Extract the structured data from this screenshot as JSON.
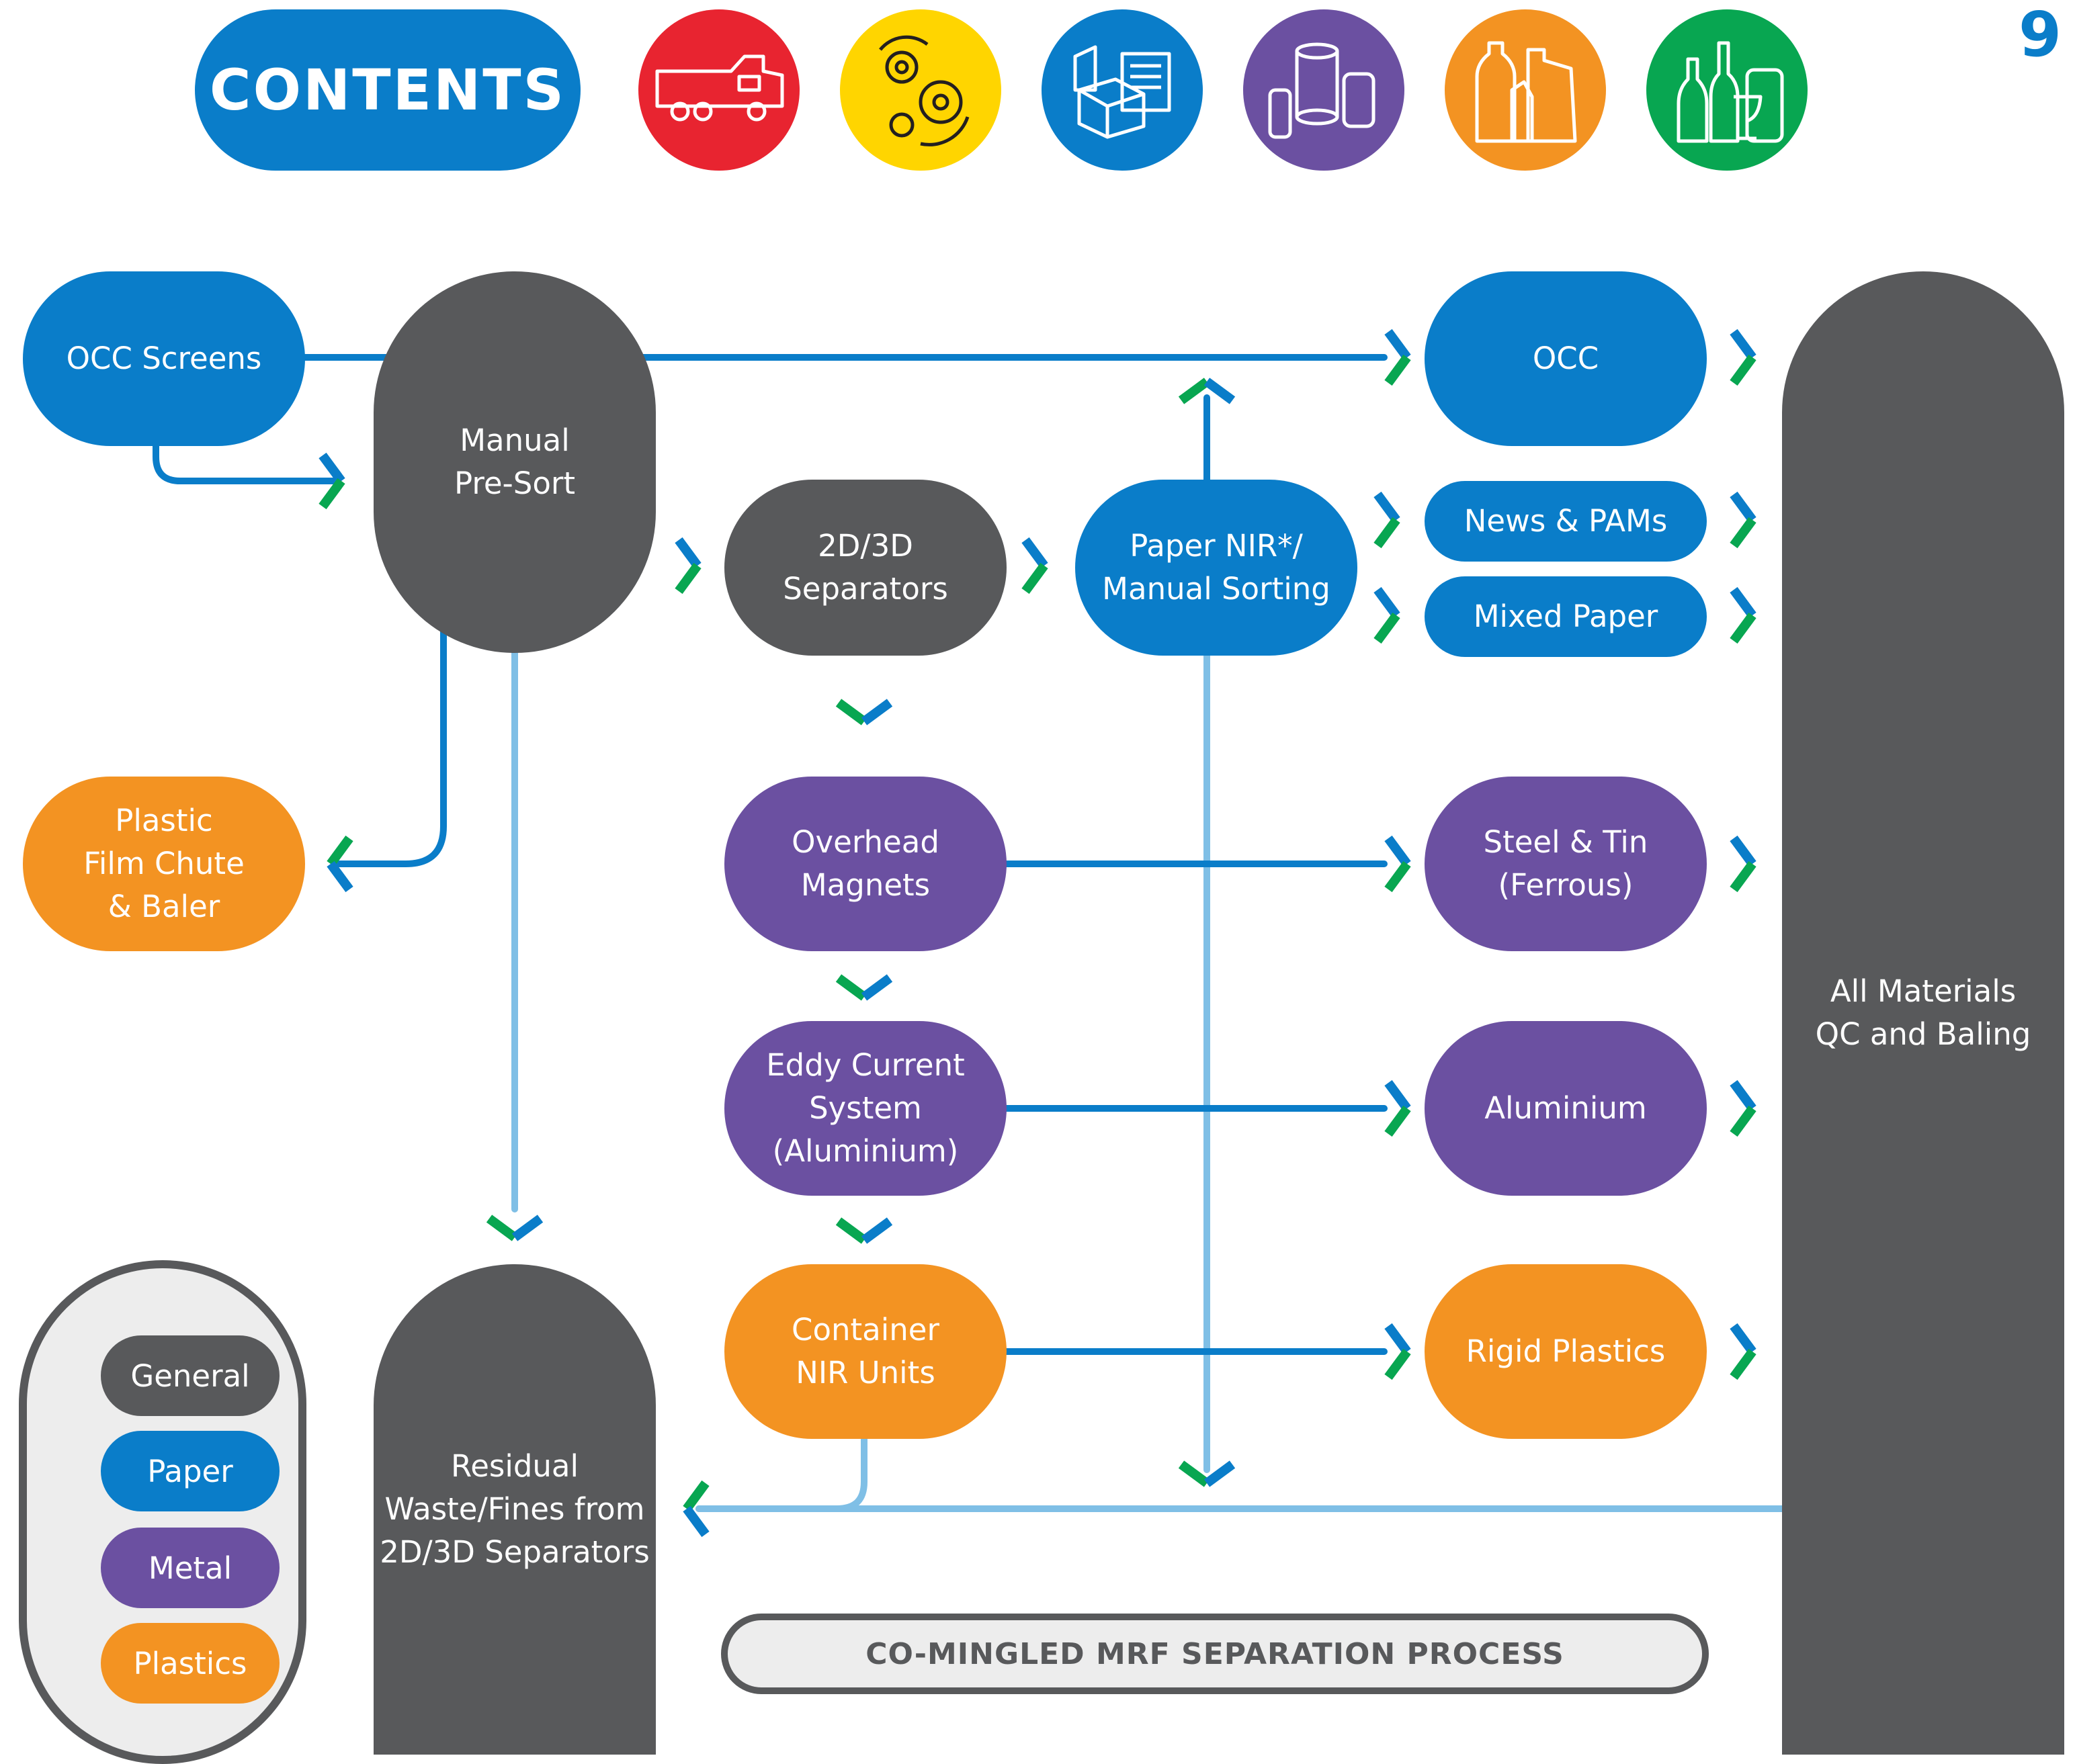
{
  "header": {
    "contents_label": "CONTENTS",
    "page_number": "9",
    "section_icons": [
      {
        "name": "truck-icon",
        "color": "#e82430"
      },
      {
        "name": "gears-icon",
        "color": "#ffd500"
      },
      {
        "name": "paper-boxes-icon",
        "color": "#0a7dc9"
      },
      {
        "name": "cans-icon",
        "color": "#6b50a1"
      },
      {
        "name": "plastic-bottles-icon",
        "color": "#f39322"
      },
      {
        "name": "glass-bottles-icon",
        "color": "#08a651"
      }
    ]
  },
  "colors": {
    "general": "#58595b",
    "paper": "#0a7dc9",
    "metal": "#6b50a1",
    "plastics": "#f39322",
    "arrow_blue": "#0a7dc9",
    "arrow_green": "#08a651",
    "line_light_blue": "#7fbfe6"
  },
  "nodes": {
    "occ_screens": "OCC Screens",
    "manual_presort": "Manual\nPre-Sort",
    "separators": "2D/3D\nSeparators",
    "paper_nir": "Paper NIR*/\nManual Sorting",
    "occ": "OCC",
    "news_pams": "News & PAMs",
    "mixed_paper": "Mixed Paper",
    "plastic_film": "Plastic\nFilm Chute\n& Baler",
    "overhead_magnets": "Overhead\nMagnets",
    "steel_tin": "Steel & Tin\n(Ferrous)",
    "eddy_current": "Eddy Current\nSystem\n(Aluminium)",
    "aluminium": "Aluminium",
    "container_nir": "Container\nNIR Units",
    "rigid_plastics": "Rigid Plastics",
    "residual": "Residual\nWaste/Fines from\n2D/3D Separators",
    "qc_baling": "All Materials\nQC and Baling"
  },
  "legend": {
    "general": "General",
    "paper": "Paper",
    "metal": "Metal",
    "plastics": "Plastics"
  },
  "title": "CO-MINGLED MRF SEPARATION PROCESS"
}
